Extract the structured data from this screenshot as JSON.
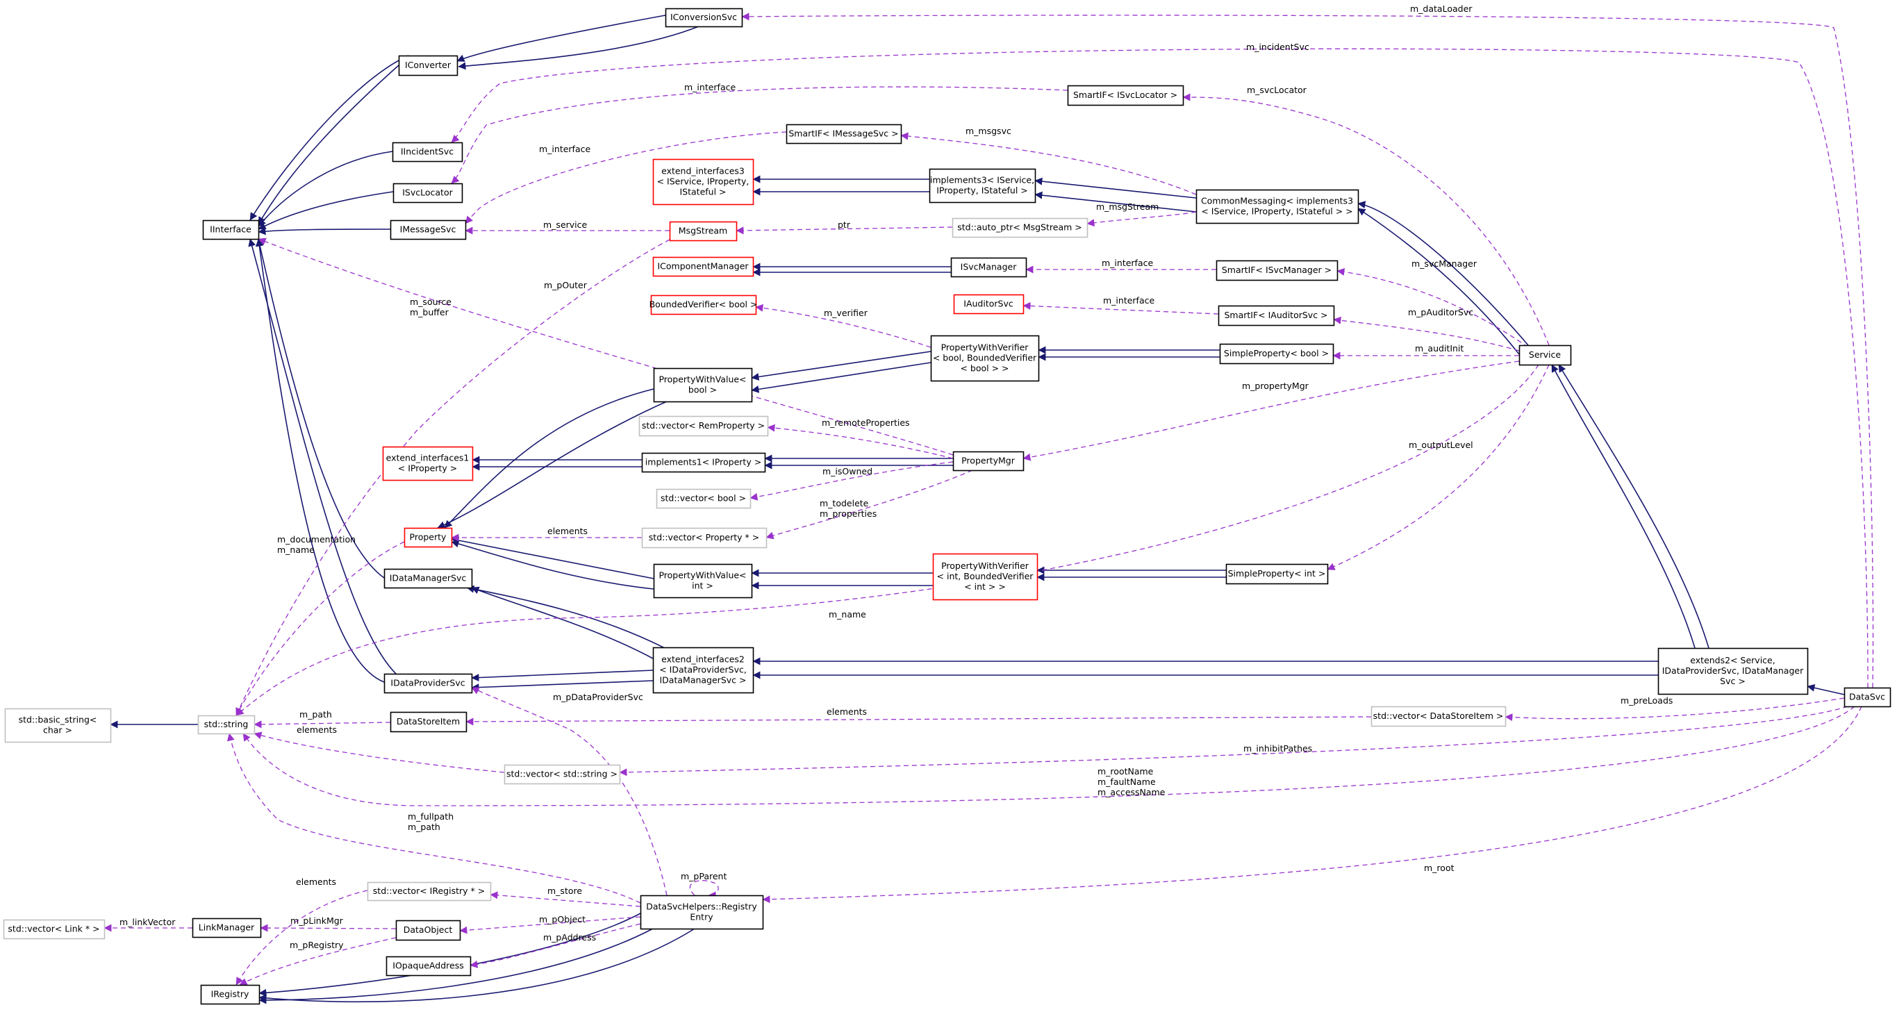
{
  "palette": {
    "inherit_edge": "#191970",
    "usage_edge": "#9a32cd",
    "node_border": "#000000",
    "external_border": "#bfbfbf",
    "incomplete_border": "#ff0000",
    "highlight_fill": "#bfbfbf"
  },
  "nodes": [
    {
      "id": "IConversionSvc",
      "lines": [
        "IConversionSvc"
      ],
      "style": "normal"
    },
    {
      "id": "IConverter",
      "lines": [
        "IConverter"
      ],
      "style": "normal"
    },
    {
      "id": "IIncidentSvc",
      "lines": [
        "IIncidentSvc"
      ],
      "style": "normal"
    },
    {
      "id": "ISvcLocator",
      "lines": [
        "ISvcLocator"
      ],
      "style": "normal"
    },
    {
      "id": "IInterface",
      "lines": [
        "IInterface"
      ],
      "style": "normal"
    },
    {
      "id": "IMessageSvc",
      "lines": [
        "IMessageSvc"
      ],
      "style": "normal"
    },
    {
      "id": "SmartIF_ISvcLocator",
      "lines": [
        "SmartIF< ISvcLocator >"
      ],
      "style": "normal"
    },
    {
      "id": "SmartIF_IMessageSvc",
      "lines": [
        "SmartIF< IMessageSvc >"
      ],
      "style": "normal"
    },
    {
      "id": "extend_interfaces3",
      "lines": [
        "extend_interfaces3",
        "< IService, IProperty,",
        "IStateful >"
      ],
      "style": "incomplete"
    },
    {
      "id": "implements3",
      "lines": [
        "implements3< IService,",
        "IProperty, IStateful >"
      ],
      "style": "normal"
    },
    {
      "id": "CommonMessaging",
      "lines": [
        "CommonMessaging< implements3",
        "< IService, IProperty, IStateful > >"
      ],
      "style": "normal"
    },
    {
      "id": "MsgStream",
      "lines": [
        "MsgStream"
      ],
      "style": "incomplete"
    },
    {
      "id": "auto_ptr_MsgStream",
      "lines": [
        "std::auto_ptr< MsgStream >"
      ],
      "style": "external"
    },
    {
      "id": "IComponentManager",
      "lines": [
        "IComponentManager"
      ],
      "style": "incomplete"
    },
    {
      "id": "ISvcManager",
      "lines": [
        "ISvcManager"
      ],
      "style": "normal"
    },
    {
      "id": "SmartIF_ISvcManager",
      "lines": [
        "SmartIF< ISvcManager >"
      ],
      "style": "normal"
    },
    {
      "id": "IAuditorSvc",
      "lines": [
        "IAuditorSvc"
      ],
      "style": "incomplete"
    },
    {
      "id": "SmartIF_IAuditorSvc",
      "lines": [
        "SmartIF< IAuditorSvc >"
      ],
      "style": "normal"
    },
    {
      "id": "BoundedVerifier_bool",
      "lines": [
        "BoundedVerifier< bool >"
      ],
      "style": "incomplete"
    },
    {
      "id": "PropertyWithVerifier_bool",
      "lines": [
        "PropertyWithVerifier",
        "< bool, BoundedVerifier",
        "< bool > >"
      ],
      "style": "normal"
    },
    {
      "id": "SimpleProperty_bool",
      "lines": [
        "SimpleProperty< bool >"
      ],
      "style": "normal"
    },
    {
      "id": "Service",
      "lines": [
        "Service"
      ],
      "style": "normal"
    },
    {
      "id": "PropertyWithValue_bool",
      "lines": [
        "PropertyWithValue<",
        "bool >"
      ],
      "style": "normal"
    },
    {
      "id": "vector_RemProperty",
      "lines": [
        "std::vector< RemProperty >"
      ],
      "style": "external"
    },
    {
      "id": "extend_interfaces1",
      "lines": [
        "extend_interfaces1",
        "< IProperty >"
      ],
      "style": "incomplete"
    },
    {
      "id": "implements1",
      "lines": [
        "implements1< IProperty >"
      ],
      "style": "normal"
    },
    {
      "id": "PropertyMgr",
      "lines": [
        "PropertyMgr"
      ],
      "style": "normal"
    },
    {
      "id": "vector_bool",
      "lines": [
        "std::vector< bool >"
      ],
      "style": "external"
    },
    {
      "id": "Property",
      "lines": [
        "Property"
      ],
      "style": "incomplete"
    },
    {
      "id": "vector_Property",
      "lines": [
        "std::vector< Property * >"
      ],
      "style": "external"
    },
    {
      "id": "IDataManagerSvc",
      "lines": [
        "IDataManagerSvc"
      ],
      "style": "normal"
    },
    {
      "id": "PropertyWithValue_int",
      "lines": [
        "PropertyWithValue<",
        "int >"
      ],
      "style": "normal"
    },
    {
      "id": "PropertyWithVerifier_int",
      "lines": [
        "PropertyWithVerifier",
        "< int, BoundedVerifier",
        "< int > >"
      ],
      "style": "incomplete"
    },
    {
      "id": "SimpleProperty_int",
      "lines": [
        "SimpleProperty< int >"
      ],
      "style": "normal"
    },
    {
      "id": "extend_interfaces2",
      "lines": [
        "extend_interfaces2",
        "< IDataProviderSvc,",
        "IDataManagerSvc >"
      ],
      "style": "normal"
    },
    {
      "id": "extends2",
      "lines": [
        "extends2< Service,",
        "IDataProviderSvc, IDataManager",
        "Svc >"
      ],
      "style": "normal"
    },
    {
      "id": "IDataProviderSvc",
      "lines": [
        "IDataProviderSvc"
      ],
      "style": "normal"
    },
    {
      "id": "DataSvc",
      "lines": [
        "DataSvc"
      ],
      "style": "highlight"
    },
    {
      "id": "basic_string",
      "lines": [
        "std::basic_string<",
        "char >"
      ],
      "style": "external"
    },
    {
      "id": "std_string",
      "lines": [
        "std::string"
      ],
      "style": "external"
    },
    {
      "id": "DataStoreItem",
      "lines": [
        "DataStoreItem"
      ],
      "style": "normal"
    },
    {
      "id": "vector_DataStoreItem",
      "lines": [
        "std::vector< DataStoreItem >"
      ],
      "style": "external"
    },
    {
      "id": "vector_string",
      "lines": [
        "std::vector< std::string >"
      ],
      "style": "external"
    },
    {
      "id": "vector_IRegistry",
      "lines": [
        "std::vector< IRegistry * >"
      ],
      "style": "external"
    },
    {
      "id": "RegistryEntry",
      "lines": [
        "DataSvcHelpers::Registry",
        "Entry"
      ],
      "style": "normal"
    },
    {
      "id": "vector_Link",
      "lines": [
        "std::vector< Link * >"
      ],
      "style": "external"
    },
    {
      "id": "LinkManager",
      "lines": [
        "LinkManager"
      ],
      "style": "normal"
    },
    {
      "id": "DataObject",
      "lines": [
        "DataObject"
      ],
      "style": "normal"
    },
    {
      "id": "IOpaqueAddress",
      "lines": [
        "IOpaqueAddress"
      ],
      "style": "normal"
    },
    {
      "id": "IRegistry",
      "lines": [
        "IRegistry"
      ],
      "style": "normal"
    }
  ],
  "edge_labels": [
    {
      "id": "m_dataLoader",
      "lines": [
        "m_dataLoader"
      ]
    },
    {
      "id": "m_incidentSvc",
      "lines": [
        "m_incidentSvc"
      ]
    },
    {
      "id": "m_interface_svclocator",
      "lines": [
        "m_interface"
      ]
    },
    {
      "id": "m_svcLocator",
      "lines": [
        "m_svcLocator"
      ]
    },
    {
      "id": "m_interface_msgsvc",
      "lines": [
        "m_interface"
      ]
    },
    {
      "id": "m_msgsvc",
      "lines": [
        "m_msgsvc"
      ]
    },
    {
      "id": "m_service",
      "lines": [
        "m_service"
      ]
    },
    {
      "id": "ptr",
      "lines": [
        "ptr"
      ]
    },
    {
      "id": "m_msgStream",
      "lines": [
        "m_msgStream"
      ]
    },
    {
      "id": "m_interface_svcmgr",
      "lines": [
        "m_interface"
      ]
    },
    {
      "id": "m_svcManager",
      "lines": [
        "m_svcManager"
      ]
    },
    {
      "id": "m_pOuter",
      "lines": [
        "m_pOuter"
      ]
    },
    {
      "id": "m_source_buffer",
      "lines": [
        "m_source",
        "m_buffer"
      ]
    },
    {
      "id": "m_interface_auditor",
      "lines": [
        "m_interface"
      ]
    },
    {
      "id": "m_verifier",
      "lines": [
        "m_verifier"
      ]
    },
    {
      "id": "m_pAuditorSvc",
      "lines": [
        "m_pAuditorSvc"
      ]
    },
    {
      "id": "m_auditInit",
      "lines": [
        "m_auditInit"
      ]
    },
    {
      "id": "m_propertyMgr",
      "lines": [
        "m_propertyMgr"
      ]
    },
    {
      "id": "m_remoteProperties",
      "lines": [
        "m_remoteProperties"
      ]
    },
    {
      "id": "m_outputLevel",
      "lines": [
        "m_outputLevel"
      ]
    },
    {
      "id": "m_isOwned",
      "lines": [
        "m_isOwned"
      ]
    },
    {
      "id": "m_todelete_properties",
      "lines": [
        "m_todelete",
        "m_properties"
      ]
    },
    {
      "id": "elements_property",
      "lines": [
        "elements"
      ]
    },
    {
      "id": "m_documentation_name",
      "lines": [
        "m_documentation",
        "m_name"
      ]
    },
    {
      "id": "m_name_service",
      "lines": [
        "m_name"
      ]
    },
    {
      "id": "m_pDataProviderSvc",
      "lines": [
        "m_pDataProviderSvc"
      ]
    },
    {
      "id": "m_path_datastoreitem",
      "lines": [
        "m_path"
      ]
    },
    {
      "id": "elements_vecstring",
      "lines": [
        "elements"
      ]
    },
    {
      "id": "elements_datastoreitem",
      "lines": [
        "elements"
      ]
    },
    {
      "id": "m_preLoads",
      "lines": [
        "m_preLoads"
      ]
    },
    {
      "id": "m_inhibitPathes",
      "lines": [
        "m_inhibitPathes"
      ]
    },
    {
      "id": "m_rootName_group",
      "lines": [
        "m_rootName",
        "m_faultName",
        "m_accessName"
      ]
    },
    {
      "id": "m_fullpath_path",
      "lines": [
        "m_fullpath",
        "m_path"
      ]
    },
    {
      "id": "m_pParent",
      "lines": [
        "m_pParent"
      ]
    },
    {
      "id": "m_root",
      "lines": [
        "m_root"
      ]
    },
    {
      "id": "elements_registry",
      "lines": [
        "elements"
      ]
    },
    {
      "id": "m_store",
      "lines": [
        "m_store"
      ]
    },
    {
      "id": "m_linkVector",
      "lines": [
        "m_linkVector"
      ]
    },
    {
      "id": "m_pLinkMgr",
      "lines": [
        "m_pLinkMgr"
      ]
    },
    {
      "id": "m_pObject",
      "lines": [
        "m_pObject"
      ]
    },
    {
      "id": "m_pRegistry",
      "lines": [
        "m_pRegistry"
      ]
    },
    {
      "id": "m_pAddress",
      "lines": [
        "m_pAddress"
      ]
    }
  ]
}
